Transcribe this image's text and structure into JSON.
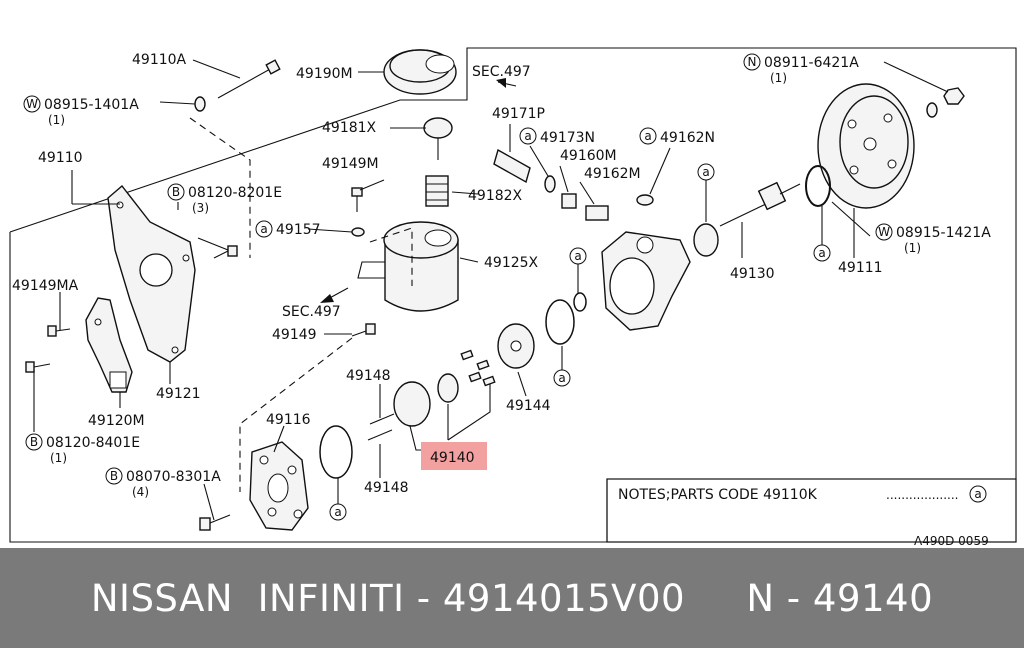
{
  "diagram": {
    "labels": {
      "p49110A": "49110A",
      "p08915_1401A": "08915-1401A",
      "p08915_1401A_qty": "(1)",
      "p49110": "49110",
      "p49190M": "49190M",
      "sec497_top": "SEC.497",
      "p49171P": "49171P",
      "p49181X": "49181X",
      "p49173N": "49173N",
      "p49162N": "49162N",
      "p49160M": "49160M",
      "p49162M": "49162M",
      "p49149M": "49149M",
      "p49182X": "49182X",
      "p08120_8201E": "08120-8201E",
      "p08120_8201E_qty": "(3)",
      "p49157": "49157",
      "p49125X": "49125X",
      "p49149MA": "49149MA",
      "sec497_bottom": "SEC.497",
      "p49149": "49149",
      "p49121": "49121",
      "p49120M": "49120M",
      "p08120_8401E": "08120-8401E",
      "p08120_8401E_qty": "(1)",
      "p49148_top": "49148",
      "p49148_bottom": "49148",
      "p49116": "49116",
      "p08070_8301A": "08070-8301A",
      "p08070_8301A_qty": "(4)",
      "p49140": "49140",
      "p49144": "49144",
      "p49130": "49130",
      "p49111": "49111",
      "p08911_6421A": "08911-6421A",
      "p08911_6421A_qty": "(1)",
      "p08915_1421A": "08915-1421A",
      "p08915_1421A_qty": "(1)",
      "notes": "NOTES;PARTS CODE  49110K",
      "notes_dots": "...................",
      "ref_code": "A490D 0059"
    },
    "prefix_letters": {
      "washer": "W",
      "bolt": "B",
      "nut": "N",
      "seal": "a"
    },
    "highlight_color": "#f2a0a0"
  },
  "footer": {
    "text": "NISSAN  INFINITI - 4914015V00     N - 49140"
  }
}
